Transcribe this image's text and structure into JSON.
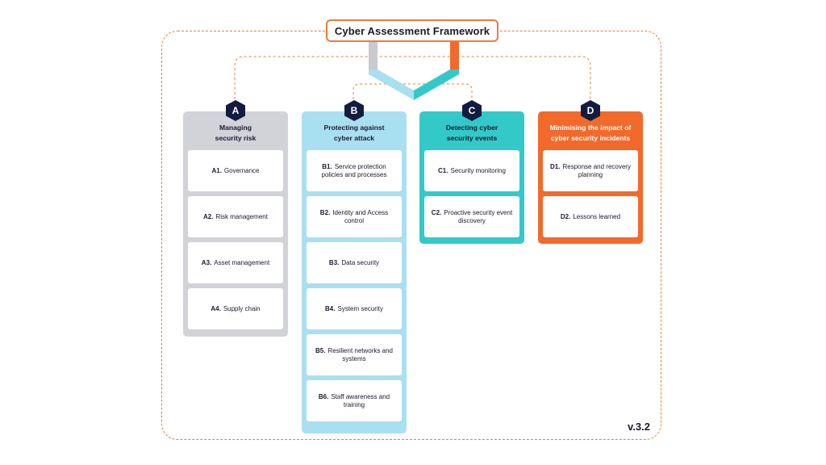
{
  "title": "Cyber Assessment Framework",
  "version": "v.3.2",
  "colors": {
    "accent": "#f07a3c",
    "a": "#d1d3d8",
    "b": "#a9e0f1",
    "c": "#33c9c9",
    "d": "#f26a2b",
    "navy": "#131c3f"
  },
  "objectives": [
    {
      "letter": "A",
      "heading": "Managing\nsecurity risk",
      "principles": [
        {
          "code": "A1.",
          "label": "Governance"
        },
        {
          "code": "A2.",
          "label": "Risk management"
        },
        {
          "code": "A3.",
          "label": "Asset management"
        },
        {
          "code": "A4.",
          "label": "Supply chain"
        }
      ]
    },
    {
      "letter": "B",
      "heading": "Protecting against\ncyber attack",
      "principles": [
        {
          "code": "B1.",
          "label": "Service protection policies and processes"
        },
        {
          "code": "B2.",
          "label": "Identity and Access control"
        },
        {
          "code": "B3.",
          "label": "Data security"
        },
        {
          "code": "B4.",
          "label": "System security"
        },
        {
          "code": "B5.",
          "label": "Resilient networks and systems"
        },
        {
          "code": "B6.",
          "label": "Staff awareness and training"
        }
      ]
    },
    {
      "letter": "C",
      "heading": "Detecting cyber\nsecurity events",
      "principles": [
        {
          "code": "C1.",
          "label": "Security monitoring"
        },
        {
          "code": "C2.",
          "label": "Proactive security event discovery"
        }
      ]
    },
    {
      "letter": "D",
      "heading": "Minimising the impact of\ncyber security incidents",
      "principles": [
        {
          "code": "D1.",
          "label": "Response and recovery planning"
        },
        {
          "code": "D2.",
          "label": "Lessons learned"
        }
      ]
    }
  ]
}
